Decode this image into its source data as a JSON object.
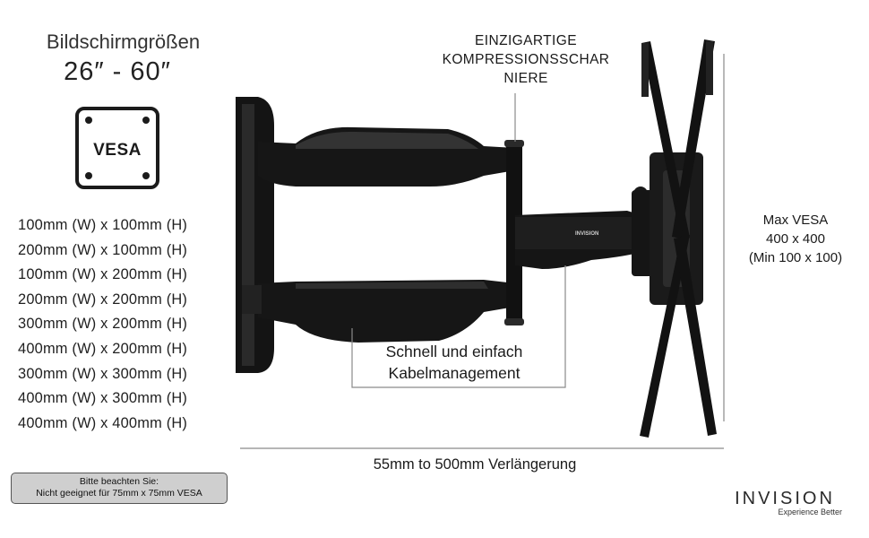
{
  "screen_sizes": {
    "title": "Bildschirmgrößen",
    "range": "26″ - 60″"
  },
  "vesa_icon": {
    "label": "VESA"
  },
  "vesa_sizes": [
    "100mm (W) x 100mm (H)",
    "200mm (W) x 100mm (H)",
    "100mm (W) x 200mm (H)",
    "200mm (W) x 200mm (H)",
    "300mm (W) x 200mm (H)",
    "400mm (W) x 200mm (H)",
    "300mm (W) x 300mm (H)",
    "400mm (W) x 300mm (H)",
    "400mm (W) x 400mm (H)"
  ],
  "note": {
    "line1": "Bitte beachten Sie:",
    "line2": "Nicht geeignet für 75mm x 75mm VESA"
  },
  "callouts": {
    "hinge": [
      "EINZIGARTIGE",
      "KOMPRESSIONSSCHAR",
      "NIERE"
    ],
    "cable": [
      "Schnell und einfach",
      "Kabelmanagement"
    ]
  },
  "max_vesa": [
    "Max VESA",
    "400 x 400",
    "(Min 100 x 100)"
  ],
  "extension": "55mm to 500mm Verlängerung",
  "arm_logo": "INVISION",
  "brand": {
    "name": "INVISION",
    "tagline": "Experience Better"
  }
}
